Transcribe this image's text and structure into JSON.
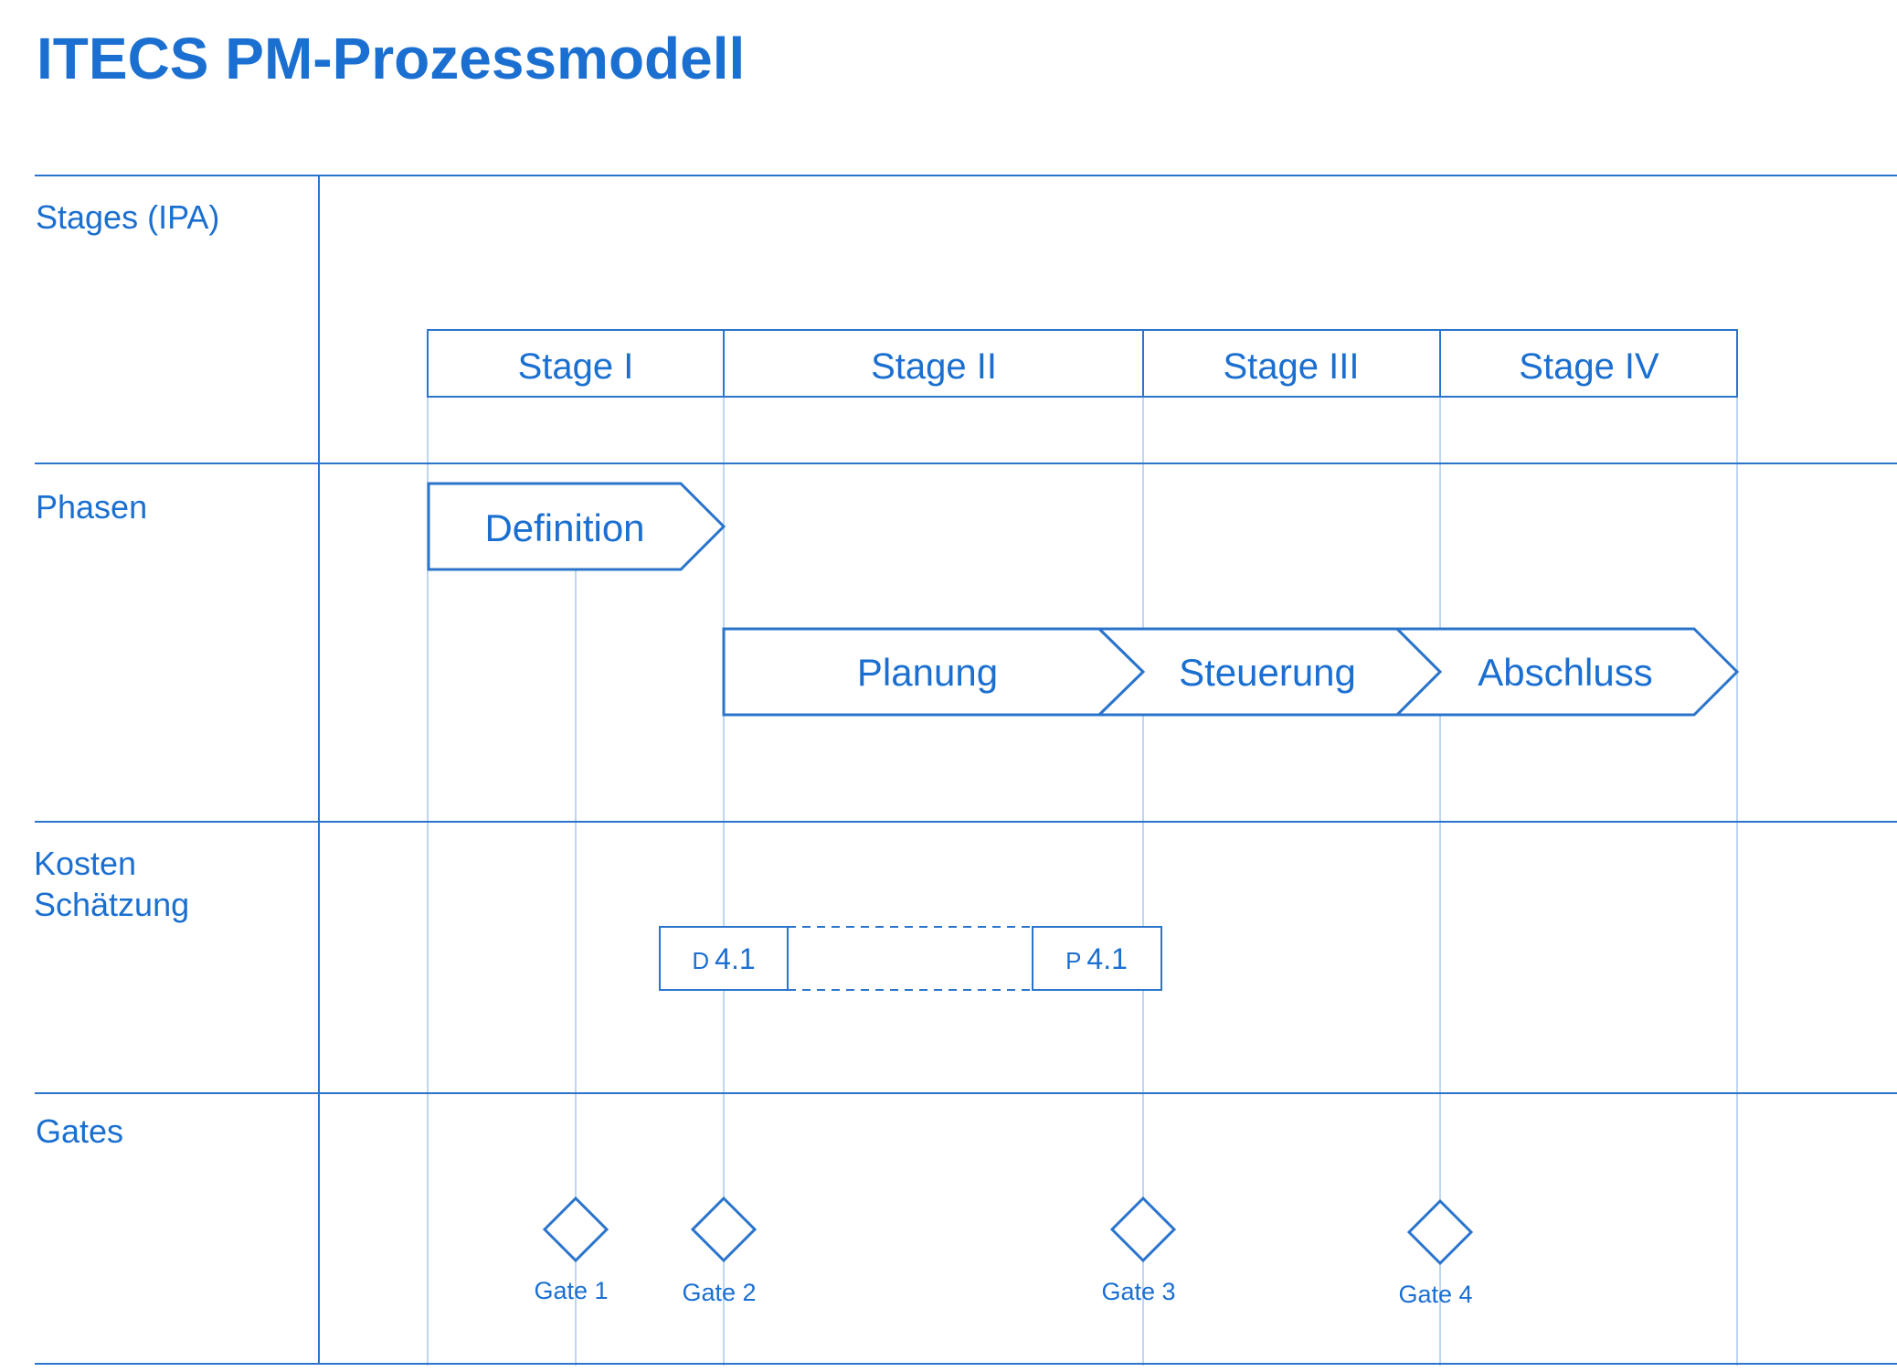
{
  "title": "ITECS PM-Prozessmodell",
  "colors": {
    "primary": "#1a6fd0",
    "line": "#2a74cc",
    "guide": "#a9c9ee"
  },
  "rows": {
    "stages": "Stages (IPA)",
    "phases": "Phasen",
    "cost_line1": "Kosten",
    "cost_line2": "Schätzung",
    "gates": "Gates"
  },
  "stages": [
    {
      "label": "Stage I"
    },
    {
      "label": "Stage II"
    },
    {
      "label": "Stage III"
    },
    {
      "label": "Stage IV"
    }
  ],
  "phases": [
    {
      "label": "Definition"
    },
    {
      "label": "Planung"
    },
    {
      "label": "Steuerung"
    },
    {
      "label": "Abschluss"
    }
  ],
  "cost_estimates": [
    {
      "prefix": "D",
      "value": "4.1"
    },
    {
      "prefix": "P",
      "value": "4.1"
    }
  ],
  "gates": [
    {
      "label": "Gate 1"
    },
    {
      "label": "Gate 2"
    },
    {
      "label": "Gate 3"
    },
    {
      "label": "Gate 4"
    }
  ]
}
